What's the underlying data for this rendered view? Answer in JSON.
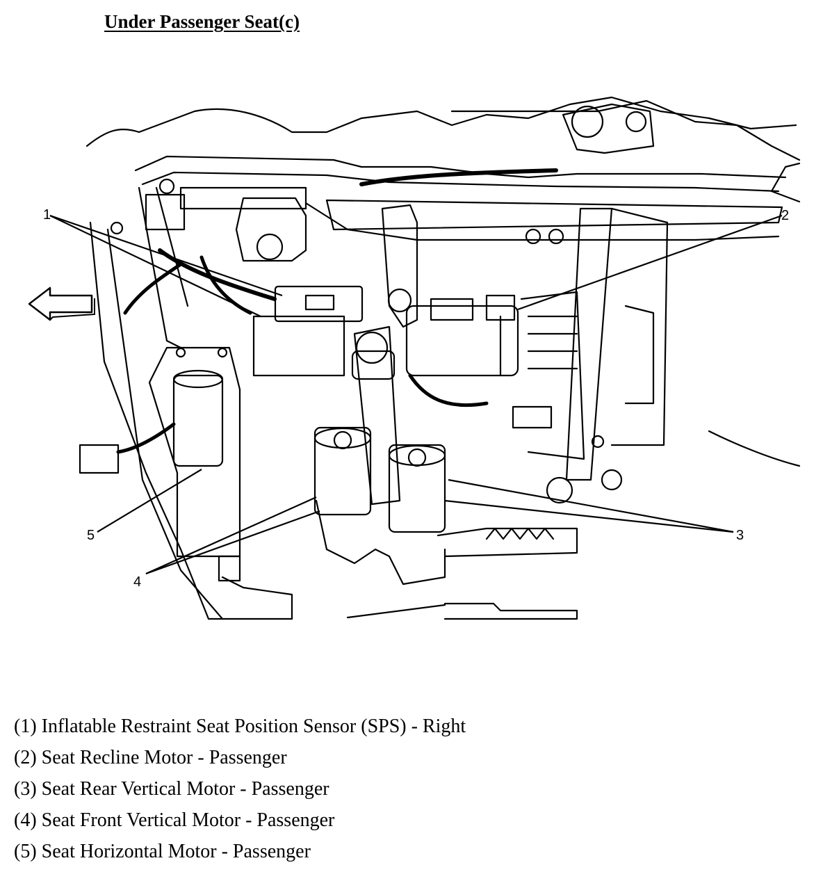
{
  "title": "Under Passenger Seat(c)",
  "callouts": [
    "1",
    "2",
    "3",
    "4",
    "5"
  ],
  "legend": [
    "(1) Inflatable Restraint Seat Position Sensor (SPS) - Right",
    "(2) Seat Recline Motor - Passenger",
    "(3) Seat Rear Vertical Motor - Passenger",
    "(4) Seat Front Vertical Motor - Passenger",
    "(5) Seat Horizontal Motor - Passenger"
  ],
  "icons": {
    "direction_arrow": "arrow-left-icon"
  }
}
